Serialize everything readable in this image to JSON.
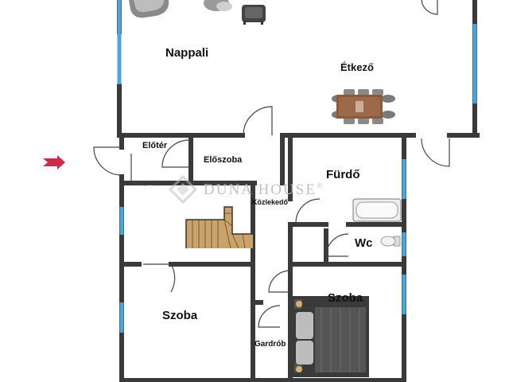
{
  "rooms": {
    "nappali": "Nappali",
    "etkezo": "Étkező",
    "eloter": "Előtér",
    "eloszoba": "Előszoba",
    "furdo": "Fürdő",
    "kozlekedo": "Közlekedő",
    "wc": "Wc",
    "szoba_left": "Szoba",
    "szoba_right": "Szoba",
    "gardrob": "Gardrób"
  },
  "watermark": {
    "text": "DUNA HOUSE",
    "mark": "®"
  },
  "colors": {
    "wall": "#3a3a3a",
    "window": "#4aa6d8",
    "entrance_arrow": "#cc2b4a",
    "watermark": "#c2c2c2",
    "table": "#8a5a3a",
    "bed": "#555555",
    "stairs": "#c9a46a"
  }
}
